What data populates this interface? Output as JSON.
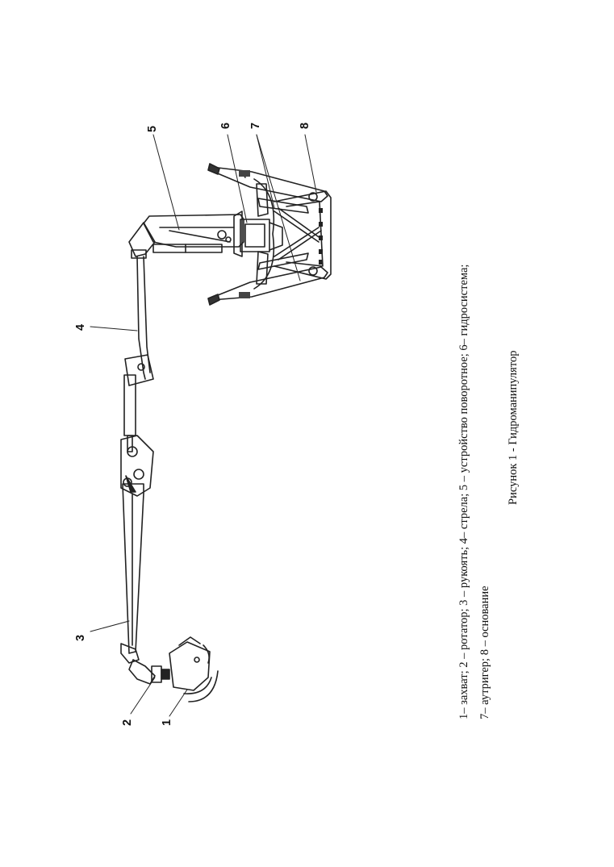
{
  "figure": {
    "caption": "Рисунок 1 - Гидроманипулятор",
    "legend_line1": "1– захват; 2 – ротатор; 3 – рукоять; 4– стрела; 5 – устройство поворотное;  6– гидросистема;",
    "legend_line2": "7– аутригер; 8 – основание",
    "callouts": [
      "1",
      "2",
      "3",
      "4",
      "5",
      "6",
      "7",
      "8"
    ]
  }
}
